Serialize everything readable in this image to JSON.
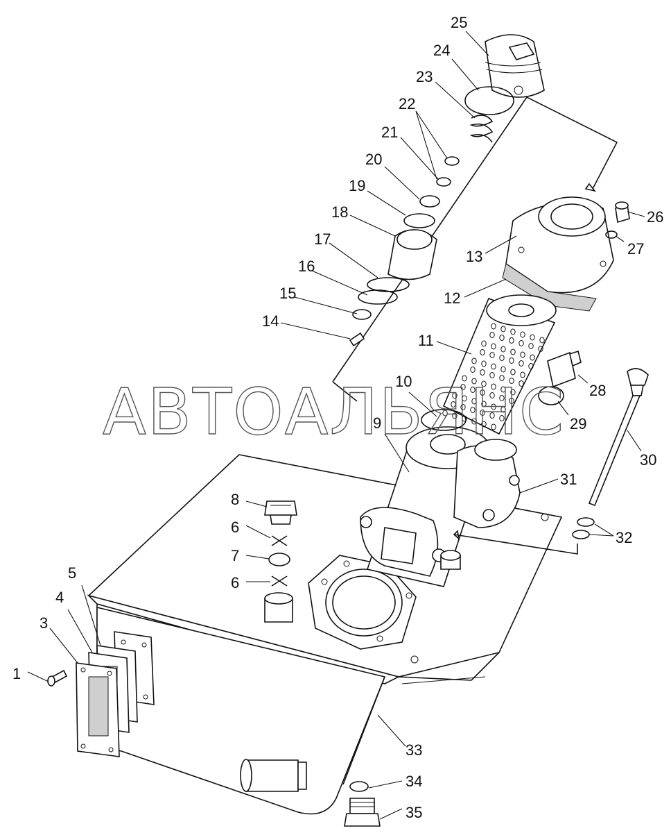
{
  "watermark": "АВТОАЛЬЯНС",
  "callouts": [
    "1",
    "3",
    "4",
    "5",
    "6",
    "6",
    "7",
    "8",
    "9",
    "10",
    "11",
    "12",
    "13",
    "14",
    "15",
    "16",
    "17",
    "18",
    "19",
    "20",
    "21",
    "22",
    "23",
    "24",
    "25",
    "26",
    "27",
    "28",
    "29",
    "30",
    "31",
    "32",
    "33",
    "34",
    "35"
  ],
  "icons": [
    "bolt",
    "gasket",
    "plate",
    "plug",
    "strainer",
    "filter-element",
    "valve",
    "spring",
    "dipstick",
    "o-ring",
    "tank"
  ]
}
